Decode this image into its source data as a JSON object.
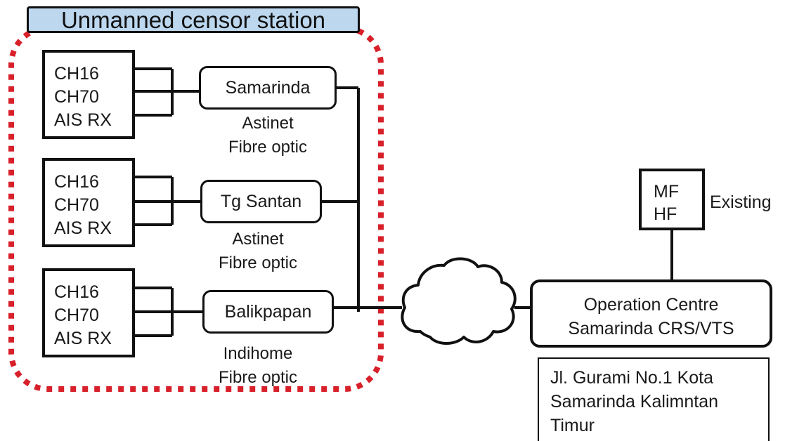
{
  "title": "Unmanned censor station",
  "colors": {
    "title_fill": "#bcd7ee",
    "dotted_border": "#d8202a",
    "line": "#111111"
  },
  "stations": [
    {
      "channels": [
        "CH16",
        "CH70",
        "AIS RX"
      ],
      "name": "Samarinda",
      "link": [
        "Astinet",
        "Fibre optic"
      ]
    },
    {
      "channels": [
        "CH16",
        "CH70",
        "AIS RX"
      ],
      "name": "Tg Santan",
      "link": [
        "Astinet",
        "Fibre optic"
      ]
    },
    {
      "channels": [
        "CH16",
        "CH70",
        "AIS RX"
      ],
      "name": "Balikpapan",
      "link": [
        "Indihome",
        "Fibre optic"
      ]
    }
  ],
  "network_icon": "cloud-icon",
  "radio": {
    "lines": [
      "MF",
      "HF"
    ],
    "note": "Existing"
  },
  "operation_centre": {
    "lines": [
      "Operation Centre",
      "Samarinda CRS/VTS"
    ]
  },
  "address": {
    "lines": [
      "Jl. Gurami No.1 Kota",
      "Samarinda Kalimntan",
      "Timur"
    ]
  }
}
